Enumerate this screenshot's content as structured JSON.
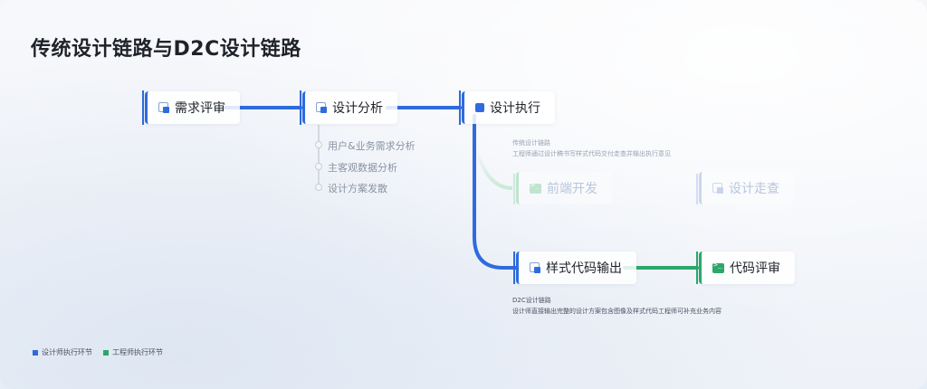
{
  "title": "传统设计链路与D2C设计链路",
  "colors": {
    "blue": "#2f6bde",
    "green": "#2aa86b",
    "faded_blue": "#c9d8f3",
    "faded_green": "#c7ebd7"
  },
  "nodes": {
    "req_review": {
      "label": "需求评审",
      "icon": "document-icon"
    },
    "design_analysis": {
      "label": "设计分析",
      "icon": "document-icon"
    },
    "design_exec": {
      "label": "设计执行",
      "icon": "square-icon"
    },
    "frontend_dev": {
      "label": "前端开发",
      "icon": "terminal-icon"
    },
    "design_walkthrough": {
      "label": "设计走查",
      "icon": "document-icon"
    },
    "style_code_output": {
      "label": "样式代码输出",
      "icon": "document-icon"
    },
    "code_review": {
      "label": "代码评审",
      "icon": "terminal-icon"
    }
  },
  "analysis_steps": [
    "用户&业务需求分析",
    "主客观数据分析",
    "设计方案发散"
  ],
  "traditional_note": {
    "title": "传统设计链路",
    "desc": "工程师通过设计稿书写样式代码交付走查并输出执行意见"
  },
  "d2c_note": {
    "title": "D2C设计链路",
    "desc": "设计师直接输出完整的设计方案包含图像及样式代码工程师可补充业务内容"
  },
  "legend": [
    {
      "label": "设计师执行环节",
      "color": "#2f6bde"
    },
    {
      "label": "工程师执行环节",
      "color": "#2aa86b"
    }
  ]
}
